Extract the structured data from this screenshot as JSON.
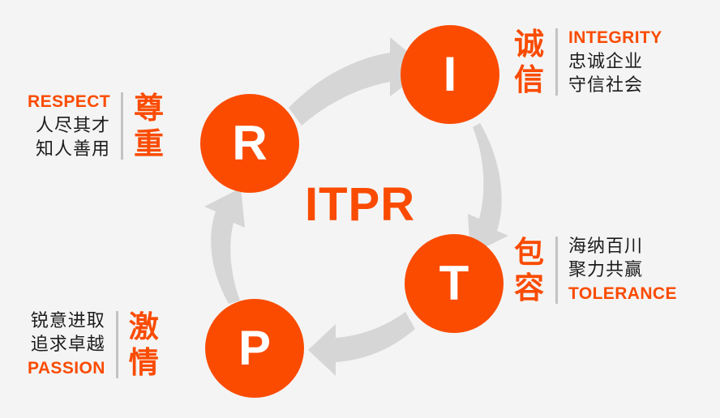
{
  "canvas": {
    "background_color": "#f4f4f4",
    "accent_color": "#fa4b00",
    "arrow_color": "#d6d6d6",
    "divider_color": "#c3c3c3",
    "text_color": "#1c1c1c"
  },
  "center": {
    "label": "ITPR"
  },
  "nodes": [
    {
      "id": "respect",
      "letter": "R"
    },
    {
      "id": "integrity",
      "letter": "I"
    },
    {
      "id": "tolerance",
      "letter": "T"
    },
    {
      "id": "passion",
      "letter": "P"
    }
  ],
  "values": {
    "respect": {
      "english": "RESPECT",
      "chinese_title": "尊重",
      "lines": [
        "人尽其才",
        "知人善用"
      ],
      "english_position": "above"
    },
    "integrity": {
      "english": "INTEGRITY",
      "chinese_title": "诚信",
      "lines": [
        "忠诚企业",
        "守信社会"
      ],
      "english_position": "above"
    },
    "tolerance": {
      "english": "TOLERANCE",
      "chinese_title": "包容",
      "lines": [
        "海纳百川",
        "聚力共赢"
      ],
      "english_position": "below"
    },
    "passion": {
      "english": "PASSION",
      "chinese_title": "激情",
      "lines": [
        "锐意进取",
        "追求卓越"
      ],
      "english_position": "below"
    }
  },
  "arrows": [
    {
      "id": "r-to-i",
      "from": "R",
      "to": "I",
      "direction": "right-up"
    },
    {
      "id": "i-to-t",
      "from": "I",
      "to": "T",
      "direction": "down"
    },
    {
      "id": "t-to-p",
      "from": "T",
      "to": "P",
      "direction": "left"
    },
    {
      "id": "p-to-r",
      "from": "P",
      "to": "R",
      "direction": "up"
    }
  ]
}
